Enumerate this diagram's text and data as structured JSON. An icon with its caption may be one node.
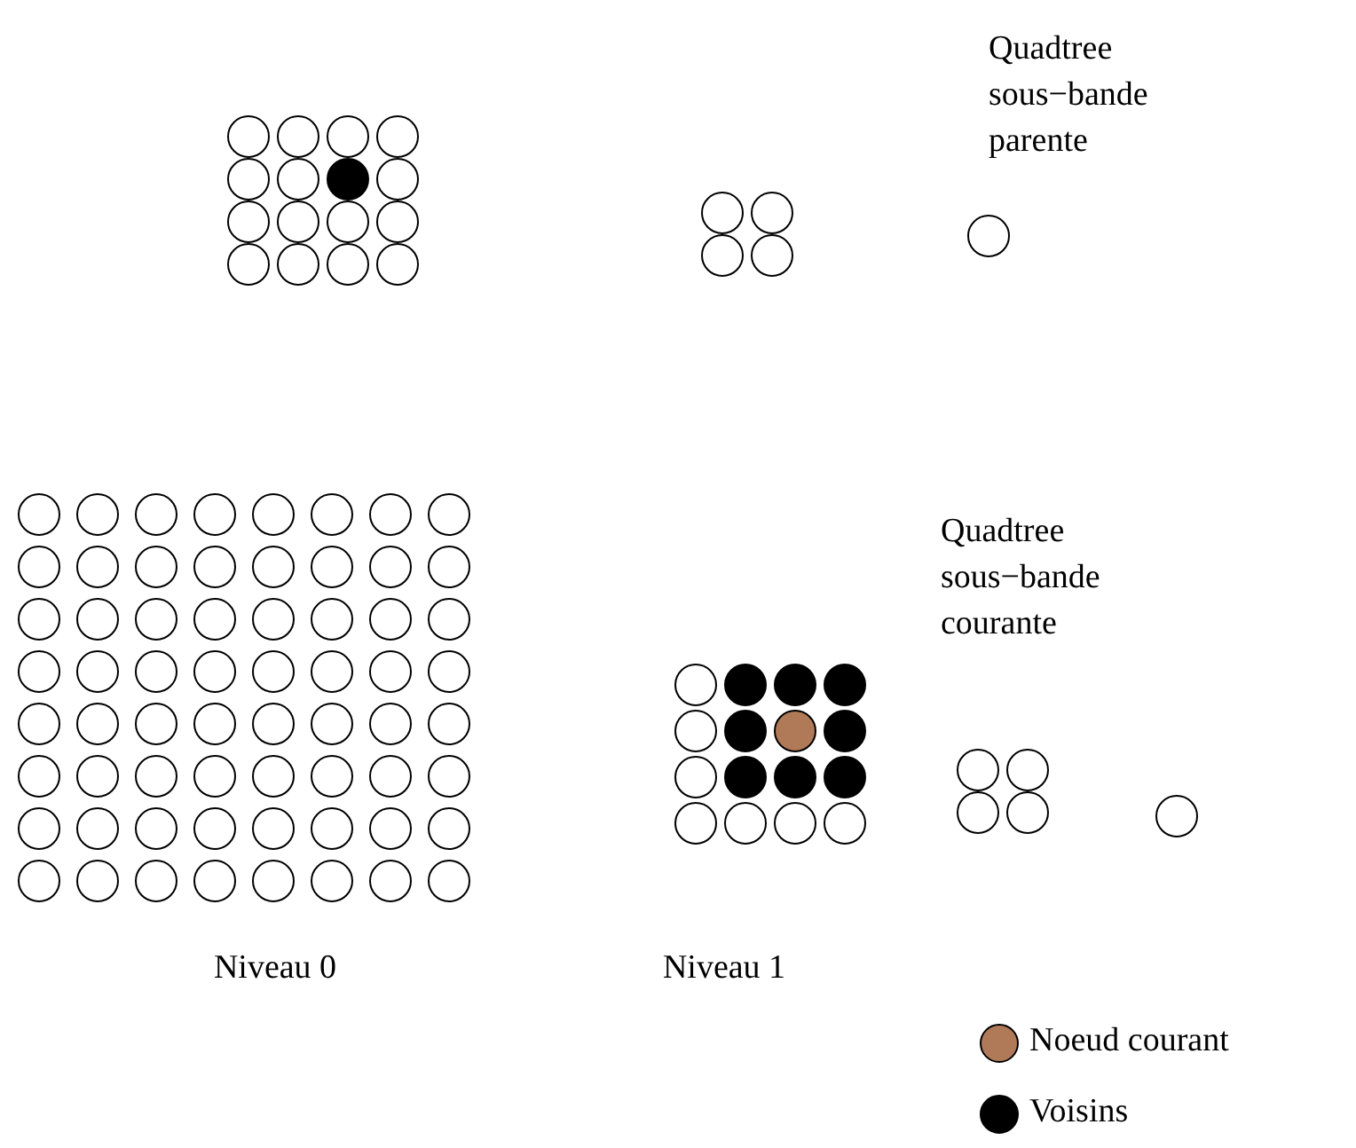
{
  "diagram": {
    "labels": [
      "Quadtree sous−bande parente",
      "Quadtree sous−bande courante",
      "Niveau 0",
      "Niveau 1"
    ],
    "legend": [
      {
        "text": "Noeud courant",
        "color": "#b07a58"
      },
      {
        "text": "Voisins",
        "color": "#000000"
      }
    ]
  }
}
